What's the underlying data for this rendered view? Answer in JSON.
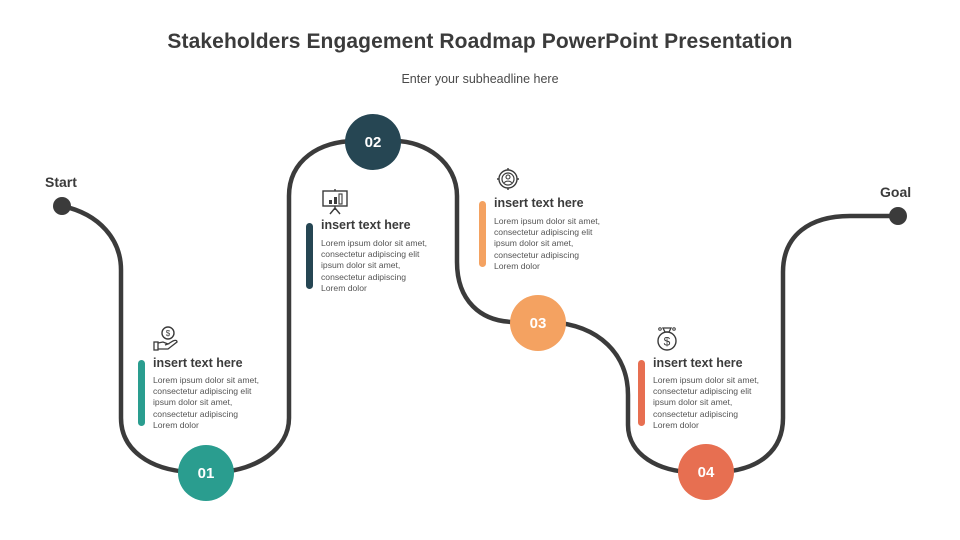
{
  "slide": {
    "title": "Stakeholders Engagement Roadmap PowerPoint Presentation",
    "subtitle": "Enter your subheadline here"
  },
  "road": {
    "start_label": "Start",
    "goal_label": "Goal",
    "line_color": "#3b3b3b"
  },
  "steps": [
    {
      "number": "01",
      "color": "#2a9d8f",
      "icon": "hand-coin-icon",
      "heading": "insert text here",
      "body_lines": [
        "Lorem ipsum dolor sit amet,",
        "consectetur adipiscing elit",
        "ipsum dolor sit amet,",
        "consectetur adipiscing",
        "Lorem dolor"
      ]
    },
    {
      "number": "02",
      "color": "#264653",
      "icon": "presentation-chart-icon",
      "heading": "insert text here",
      "body_lines": [
        "Lorem ipsum dolor sit amet,",
        "consectetur adipiscing elit",
        "ipsum dolor sit amet,",
        "consectetur adipiscing",
        "Lorem dolor"
      ]
    },
    {
      "number": "03",
      "color": "#f4a261",
      "icon": "target-user-icon",
      "heading": "insert text here",
      "body_lines": [
        "Lorem ipsum dolor sit amet,",
        "consectetur adipiscing elit",
        "ipsum dolor sit amet,",
        "consectetur adipiscing",
        "Lorem dolor"
      ]
    },
    {
      "number": "04",
      "color": "#e76f51",
      "icon": "money-bag-icon",
      "heading": "insert text here",
      "body_lines": [
        "Lorem ipsum dolor sit amet,",
        "consectetur adipiscing elit",
        "ipsum dolor sit amet,",
        "consectetur adipiscing",
        "Lorem dolor"
      ]
    }
  ]
}
